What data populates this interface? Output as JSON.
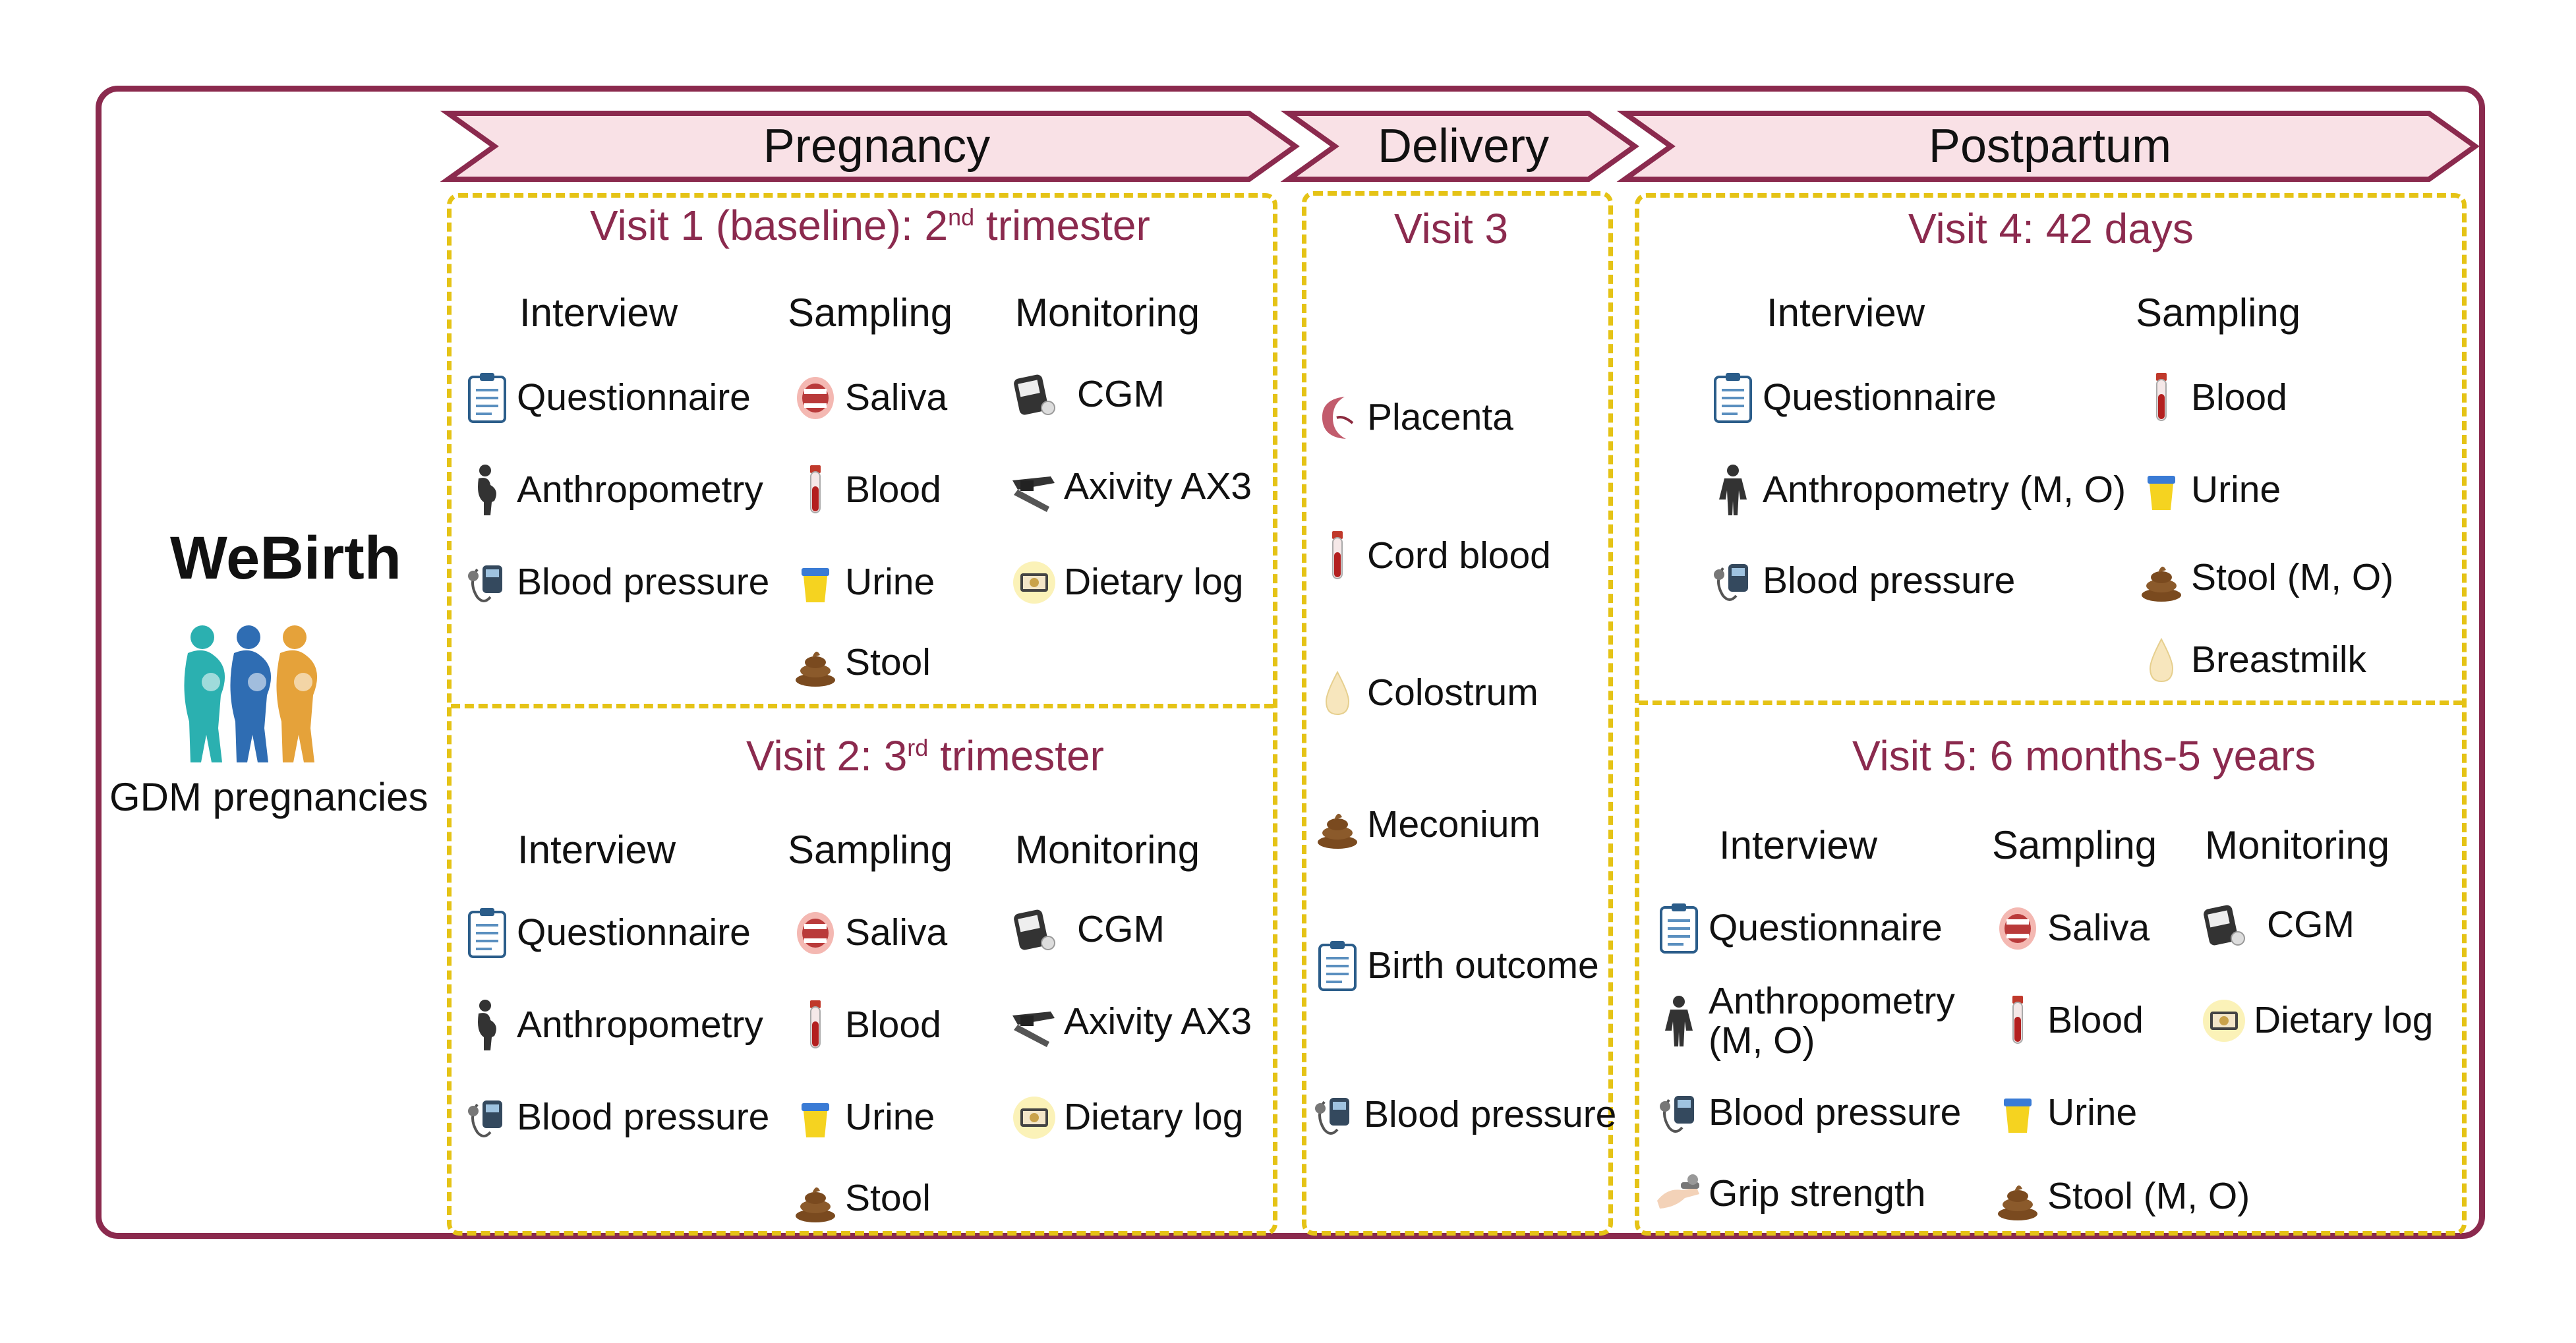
{
  "study": {
    "name": "WeBirth",
    "population": "GDM pregnancies"
  },
  "phases": [
    {
      "label": "Pregnancy"
    },
    {
      "label": "Delivery"
    },
    {
      "label": "Postpartum"
    }
  ],
  "visits": {
    "v1": {
      "title_pre": "Visit 1 (baseline): 2",
      "title_sup": "nd",
      "title_post": " trimester",
      "interview_label": "Interview",
      "sampling_label": "Sampling",
      "monitoring_label": "Monitoring",
      "interview": [
        "Questionnaire",
        "Anthropometry",
        "Blood pressure"
      ],
      "sampling": [
        "Saliva",
        "Blood",
        "Urine",
        "Stool"
      ],
      "monitoring": [
        "CGM",
        "Axivity AX3",
        "Dietary log"
      ]
    },
    "v2": {
      "title_pre": "Visit 2: 3",
      "title_sup": "rd",
      "title_post": " trimester",
      "interview_label": "Interview",
      "sampling_label": "Sampling",
      "monitoring_label": "Monitoring",
      "interview": [
        "Questionnaire",
        "Anthropometry",
        "Blood pressure"
      ],
      "sampling": [
        "Saliva",
        "Blood",
        "Urine",
        "Stool"
      ],
      "monitoring": [
        "CGM",
        "Axivity AX3",
        "Dietary log"
      ]
    },
    "v3": {
      "title": "Visit 3",
      "items": [
        "Placenta",
        "Cord blood",
        "Colostrum",
        "Meconium",
        "Birth outcome",
        "Blood pressure"
      ]
    },
    "v4": {
      "title": "Visit 4: 42 days",
      "interview_label": "Interview",
      "sampling_label": "Sampling",
      "interview": [
        "Questionnaire",
        "Anthropometry (M, O)",
        "Blood pressure"
      ],
      "sampling": [
        "Blood",
        "Urine",
        "Stool (M, O)",
        "Breastmilk"
      ]
    },
    "v5": {
      "title": "Visit 5: 6 months-5 years",
      "interview_label": "Interview",
      "sampling_label": "Sampling",
      "monitoring_label": "Monitoring",
      "interview": [
        "Questionnaire",
        "Anthropometry (M, O)",
        "Blood pressure",
        "Grip strength"
      ],
      "sampling": [
        "Saliva",
        "Blood",
        "Urine",
        "Stool (M, O)"
      ],
      "monitoring": [
        "CGM",
        "Dietary log"
      ]
    }
  },
  "colors": {
    "frame": "#8b2a4e",
    "arrow_fill": "#f9e1e6",
    "dashed_box": "#e5c316",
    "visit_title": "#8b2a4e"
  }
}
